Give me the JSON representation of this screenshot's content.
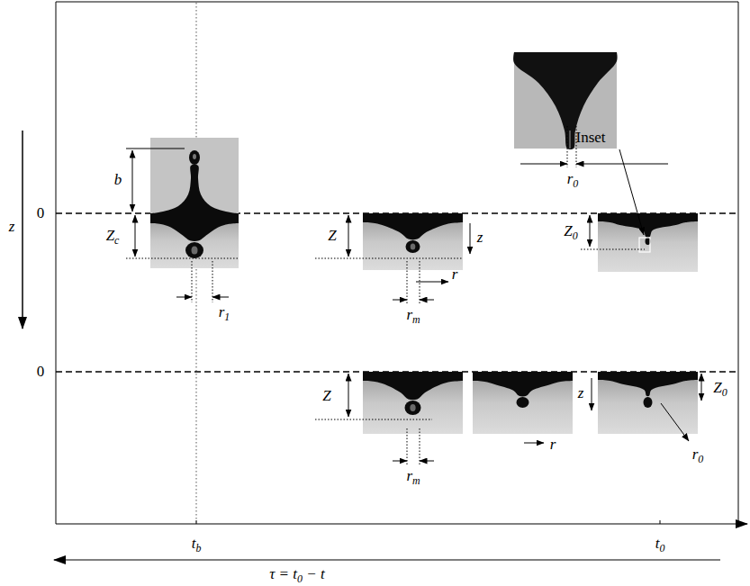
{
  "diagram": {
    "labels": [
      "z",
      "0",
      "0",
      "b",
      "Zc",
      "r1",
      "Z",
      "z",
      "r",
      "rm",
      "r0",
      "Inset",
      "Z0",
      "Z",
      "rm",
      "r",
      "z",
      "Z0",
      "r0",
      "tb",
      "t0",
      "τ = t0 − t"
    ]
  }
}
